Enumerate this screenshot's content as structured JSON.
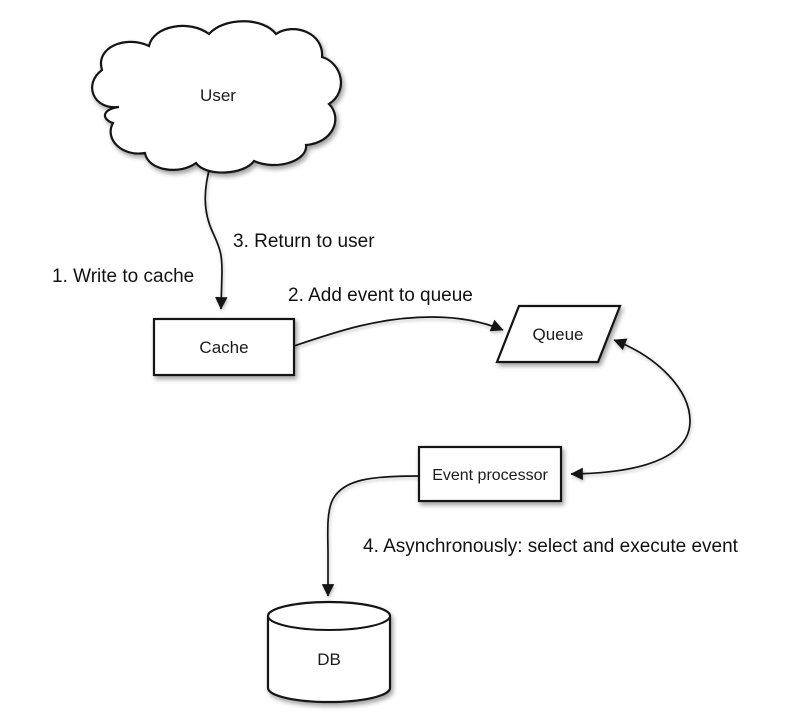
{
  "canvas": {
    "background": "#ffffff",
    "stroke_color": "#141414",
    "node_fill": "#ffffff",
    "text_color": "#1a1a1a"
  },
  "nodes": {
    "user": {
      "label": "User",
      "shape": "cloud"
    },
    "cache": {
      "label": "Cache",
      "shape": "rectangle"
    },
    "queue": {
      "label": "Queue",
      "shape": "parallelogram"
    },
    "event_processor": {
      "label": "Event processor",
      "shape": "rectangle"
    },
    "db": {
      "label": "DB",
      "shape": "cylinder"
    }
  },
  "edge_labels": {
    "step1": "1. Write to cache",
    "step2": "2. Add event to queue",
    "step3": "3. Return to user",
    "step4": "4. Asynchronously: select and execute event"
  },
  "edges": [
    {
      "from": "user",
      "to": "cache",
      "style": "arrow"
    },
    {
      "from": "cache",
      "to": "queue",
      "style": "arrow"
    },
    {
      "from": "queue",
      "to": "event_processor",
      "style": "double-arrow"
    },
    {
      "from": "event_processor",
      "to": "db",
      "style": "arrow"
    }
  ]
}
